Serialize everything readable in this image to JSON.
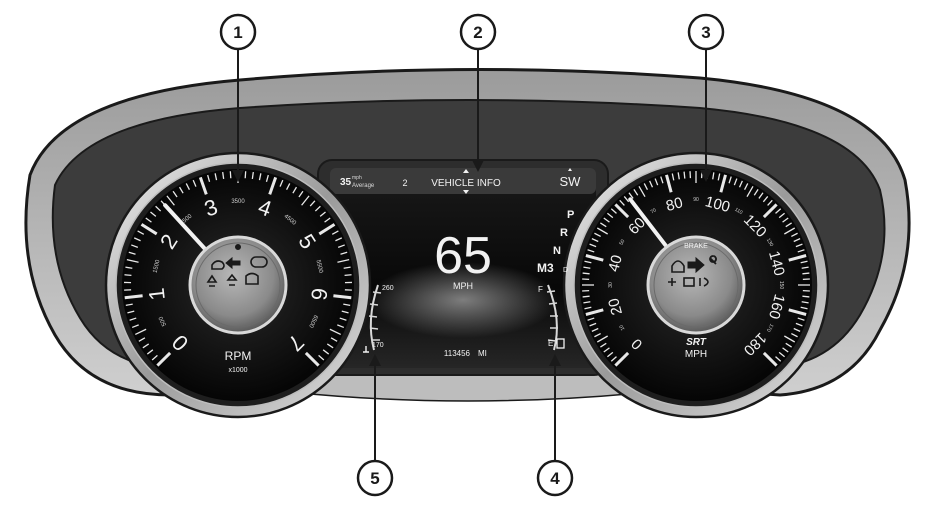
{
  "callouts": [
    "1",
    "2",
    "3",
    "4",
    "5"
  ],
  "tachometer": {
    "major_labels": [
      "0",
      "1",
      "2",
      "3",
      "4",
      "5",
      "6",
      "7"
    ],
    "minor_labels": [
      "500",
      "1500",
      "2500",
      "3500",
      "4500",
      "5500",
      "6500"
    ],
    "unit_line1": "RPM",
    "unit_line2": "x1000",
    "needle_value": 2.4
  },
  "speedometer": {
    "major_labels": [
      "0",
      "20",
      "40",
      "60",
      "80",
      "100",
      "120",
      "140",
      "160",
      "180"
    ],
    "minor_labels": [
      "10",
      "30",
      "50",
      "70",
      "90",
      "110",
      "130",
      "150",
      "170"
    ],
    "brand": "SRT",
    "unit": "MPH",
    "brake_label": "BRAKE",
    "needle_value": 65
  },
  "evic": {
    "speed_limit": "35",
    "speed_limit_unit": "mph",
    "speed_limit_caption": "Average",
    "page_number": "2",
    "menu_title": "VEHICLE INFO",
    "compass": "SW",
    "digital_speed": "65",
    "digital_speed_unit": "MPH",
    "odometer_value": "113456",
    "odometer_unit": "MI"
  },
  "temp_gauge": {
    "high": "260",
    "low": "170"
  },
  "fuel_gauge": {
    "full": "F",
    "empty": "E"
  },
  "gear_indicator": [
    "P",
    "R",
    "N",
    "M3",
    "D"
  ],
  "colors": {
    "outline": "#1a1a1a",
    "bezel_light": "#d9d9d9",
    "bezel_dark": "#5a5a5a",
    "screen": "#0c0c0c"
  }
}
